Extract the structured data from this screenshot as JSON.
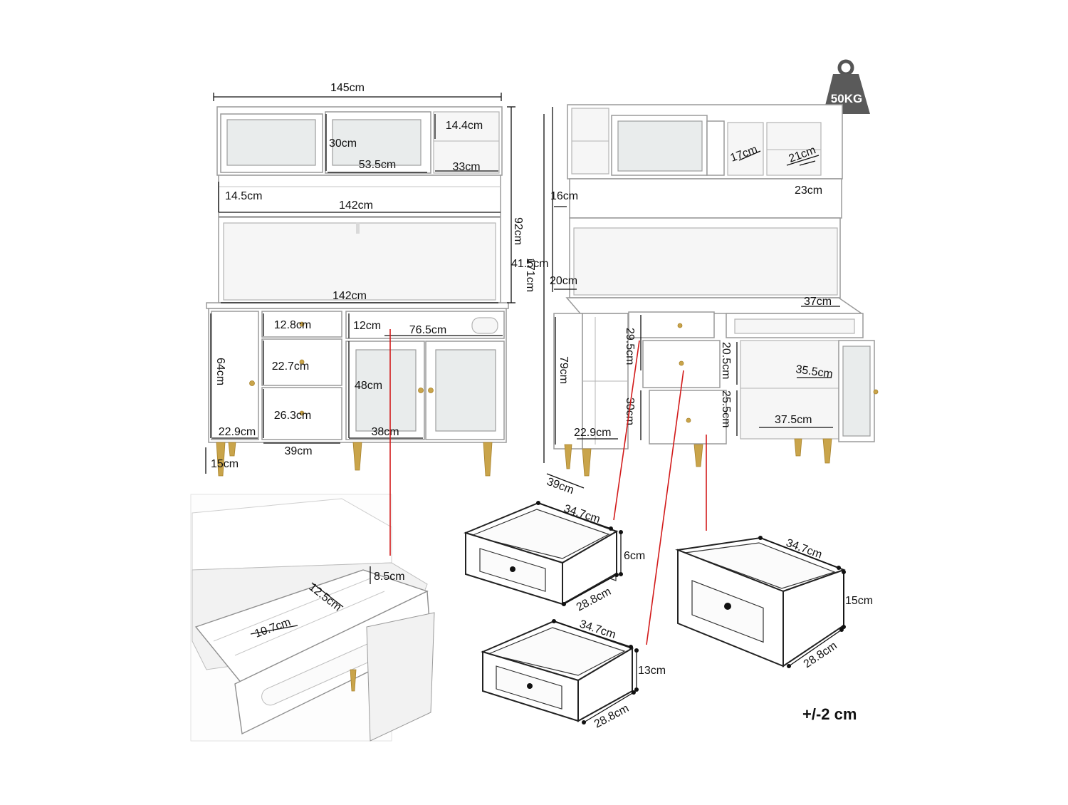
{
  "weight": {
    "label": "50KG"
  },
  "front_view": {
    "width_total": "145cm",
    "upper_depth_label": "30cm",
    "upper_door_width": "53.5cm",
    "glass_rack_height": "14.4cm",
    "glass_rack_width": "33cm",
    "shelf_gap": "14.5cm",
    "shelf_width": "142cm",
    "hutch_height": "92cm",
    "counter_width": "142cm",
    "drawer_1": "12.8cm",
    "drawer_2": "22.7cm",
    "drawer_3": "26.3cm",
    "wine_rack_height": "12cm",
    "wine_rack_width": "76.5cm",
    "door_height": "64cm",
    "glass_door_height": "48cm",
    "left_cabinet_width": "22.9cm",
    "drawer_width": "39cm",
    "glass_door_width": "38cm",
    "leg_height": "15cm"
  },
  "side_view": {
    "total_height": "171cm",
    "hutch_depth": "41.5cm",
    "shelf_depth": "16cm",
    "counter_depth": "20cm",
    "rack_17": "17cm",
    "rack_21": "21cm",
    "rack_23": "23cm",
    "wine_depth": "37cm",
    "base_height": "79cm",
    "drawer_h1": "29.5cm",
    "drawer_h2": "30cm",
    "door_h1": "20.5cm",
    "door_h2": "25.5cm",
    "shelf_w1": "35.5cm",
    "shelf_w2": "37.5cm",
    "left_depth": "22.9cm",
    "base_depth": "39cm"
  },
  "detail": {
    "rack_height": "8.5cm",
    "slot_width": "12.5cm",
    "slot_gap": "10.7cm"
  },
  "drawers": [
    {
      "width": "34.7cm",
      "height": "6cm",
      "depth": "28.8cm"
    },
    {
      "width": "34.7cm",
      "height": "13cm",
      "depth": "28.8cm"
    },
    {
      "width": "34.7cm",
      "height": "15cm",
      "depth": "28.8cm"
    }
  ],
  "tolerance": "+/-2 cm"
}
